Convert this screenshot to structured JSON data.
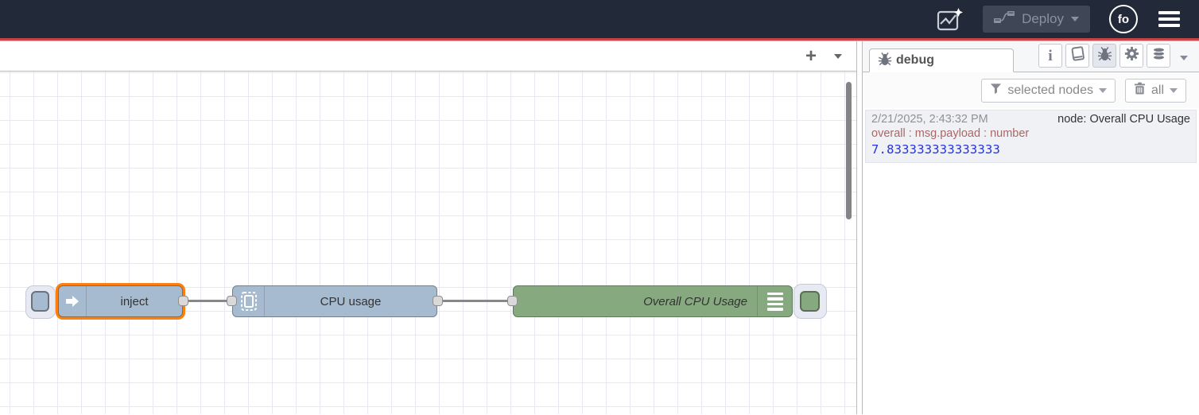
{
  "header": {
    "deploy": {
      "label": "Deploy",
      "enabled": false
    },
    "avatar": {
      "initials": "fo"
    },
    "colors": {
      "background": "#222938",
      "accent_line": "#c84446"
    }
  },
  "workspace": {
    "add_flow_label": "+",
    "selection_color": "#ff7f0e",
    "grid_color": "#e8e8f5",
    "nodes": [
      {
        "type": "inject",
        "label": "inject",
        "color": "#a6bbcf",
        "selected": true
      },
      {
        "type": "cpu",
        "label": "CPU usage",
        "color": "#a6bbcf",
        "selected": false
      },
      {
        "type": "debug",
        "label": "Overall CPU Usage",
        "color": "#87a980",
        "selected": false
      }
    ]
  },
  "sidebar": {
    "active_tab": "debug",
    "filter_button_label": "selected nodes",
    "clear_button_label": "all",
    "messages": [
      {
        "timestamp": "2/21/2025, 2:43:32 PM",
        "source": "node: Overall CPU Usage",
        "property": "overall : msg.payload : number",
        "property_color": "#aa6666",
        "value": "7.833333333333333",
        "value_color": "#2533d6"
      }
    ]
  }
}
